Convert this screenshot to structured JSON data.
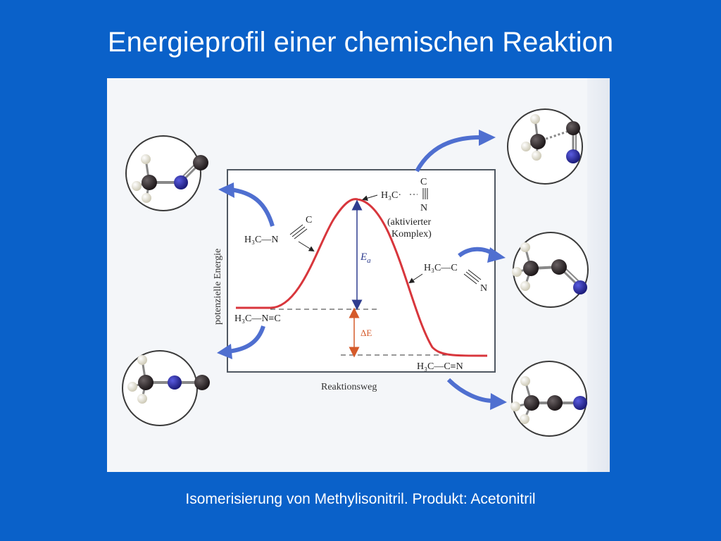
{
  "slide": {
    "title": "Energieprofil einer chemischen Reaktion",
    "caption": "Isomerisierung von Methylisonitril. Produkt: Acetonitril"
  },
  "diagram": {
    "y_axis_label": "potenzielle Energie",
    "x_axis_label": "Reaktionsweg",
    "activation_energy_label": "E",
    "activation_energy_subscript": "a",
    "delta_e_label": "ΔE",
    "reactant_label_diagram": "H₃C—N≡C",
    "product_label_diagram": "H₃C—C≡N",
    "transition_state": {
      "formula_left": "H₃C·",
      "formula_c": "C",
      "formula_n": "N",
      "note_line1": "(aktivierter",
      "note_line2": "Komplex)"
    },
    "rising_structure": {
      "left": "H₃C—N",
      "top": "C"
    },
    "falling_structure": {
      "left": "H₃C—C",
      "bottom": "N"
    },
    "colors": {
      "curve": "#d8363c",
      "ea_arrow": "#2f3d8f",
      "delta_e_arrow": "#d55a2a",
      "pointer_arrows": "#4f6fd0",
      "frame": "#505862",
      "carbon": "#2b2326",
      "nitrogen": "#2c2c9e",
      "hydrogen": "#efeee6"
    },
    "icons": [
      "molecule-reactant-icon",
      "molecule-transition-icon",
      "molecule-intermediate-icon",
      "molecule-product-icon",
      "molecule-start-icon"
    ]
  }
}
